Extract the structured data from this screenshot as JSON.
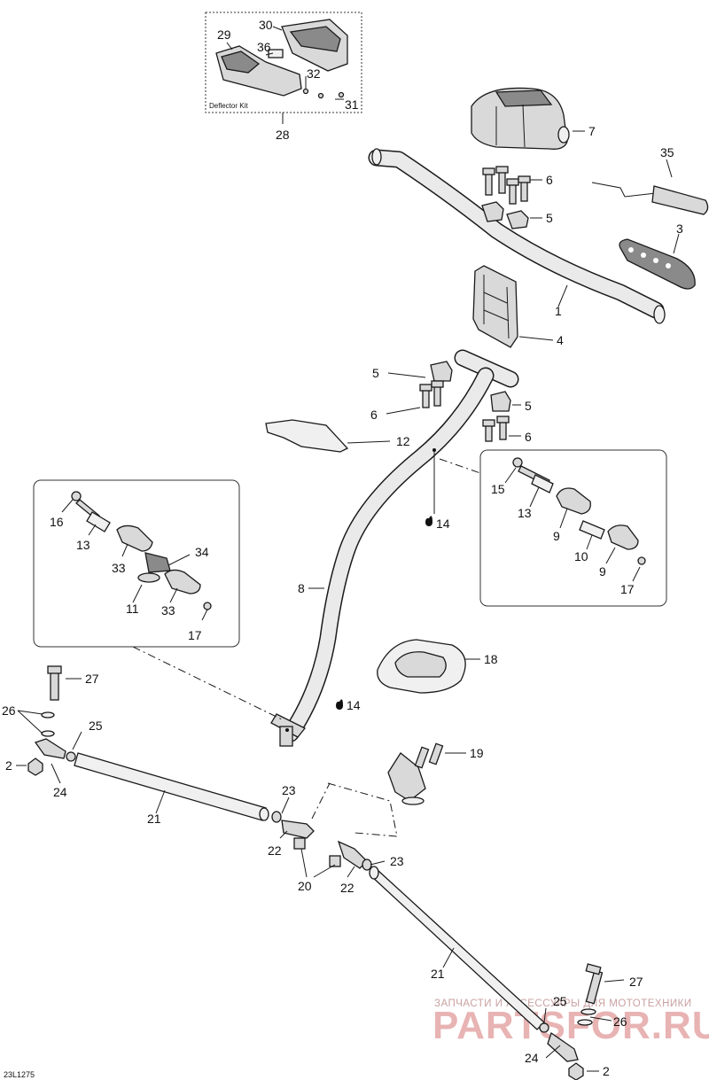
{
  "diagram": {
    "kit_label": "Deflector Kit",
    "drawing_code": "23L1275",
    "watermark": {
      "subtitle": "ЗАПЧАСТИ И АКСЕССУАРЫ ДЛЯ МОТОТЕХНИКИ",
      "brand": "PARTSFOR.RU"
    },
    "callouts": {
      "c1": "1",
      "c2a": "2",
      "c2b": "2",
      "c3": "3",
      "c4": "4",
      "c5a": "5",
      "c5b": "5",
      "c5c": "5",
      "c6a": "6",
      "c6b": "6",
      "c6c": "6",
      "c7": "7",
      "c8": "8",
      "c9a": "9",
      "c9b": "9",
      "c10": "10",
      "c11": "11",
      "c12": "12",
      "c13a": "13",
      "c13b": "13",
      "c14a": "14",
      "c14b": "14",
      "c15": "15",
      "c16": "16",
      "c17a": "17",
      "c17b": "17",
      "c18": "18",
      "c19": "19",
      "c20": "20",
      "c21a": "21",
      "c21b": "21",
      "c22a": "22",
      "c22b": "22",
      "c23a": "23",
      "c23b": "23",
      "c24a": "24",
      "c24b": "24",
      "c25a": "25",
      "c25b": "25",
      "c26a": "26",
      "c26b": "26",
      "c27a": "27",
      "c27b": "27",
      "c28": "28",
      "c29": "29",
      "c30": "30",
      "c31": "31",
      "c32": "32",
      "c33a": "33",
      "c33b": "33",
      "c34": "34",
      "c35": "35",
      "c36": "36"
    }
  }
}
